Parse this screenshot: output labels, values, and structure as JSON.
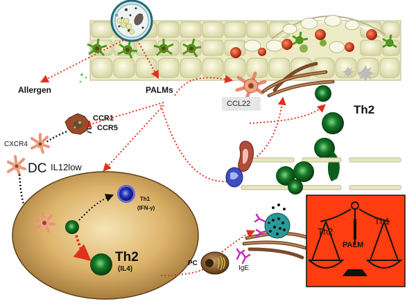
{
  "labels": {
    "allergen": "Allergen",
    "palms": "PALMs",
    "ccl22": "CCL22",
    "th2_top": "Th2",
    "ccr1": "CCR1",
    "ccr5": "CCR5",
    "cxcr4": "CXCR4",
    "dc": "DC",
    "il12low": "IL12low",
    "th1": "Th1",
    "ifn": "(IFN-γ)",
    "th2_center": "Th2",
    "il4": "(IL4)",
    "pc": "PC",
    "ige": "IgE",
    "balance_th2": "Th2",
    "balance_th1": "Th1",
    "balance_center": "PALM"
  },
  "colors": {
    "arrow": "#e0301e",
    "balance_bg": "#ff3d10",
    "tissue": "#ecebc5",
    "lymph_node": "#d8a85a",
    "th2_cell": "#0d6a1f",
    "th1_cell": "#2b37c4"
  }
}
